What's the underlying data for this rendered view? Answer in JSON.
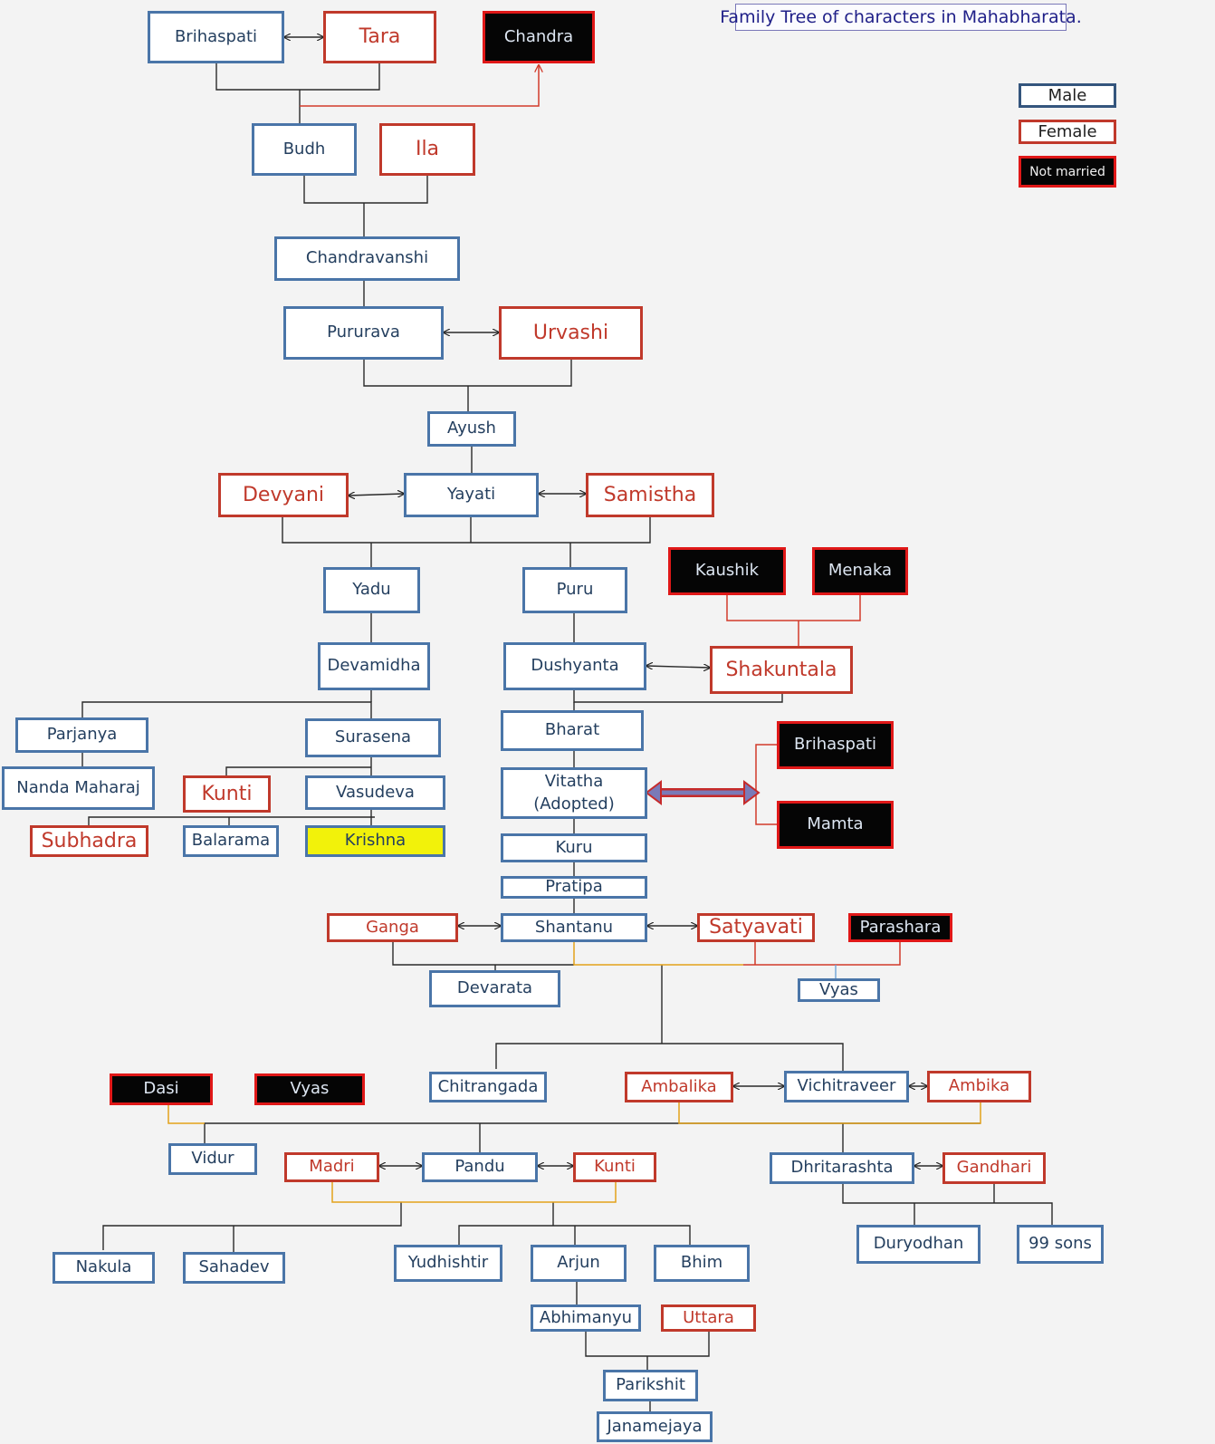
{
  "title": "Family Tree of characters in Mahabharata.",
  "legend": {
    "male": "Male",
    "female": "Female",
    "unmarried": "Not married"
  },
  "colors": {
    "male_border": "#4a75a8",
    "female_border": "#c0392b",
    "unmarried_fill": "#050505",
    "unmarried_border": "#e01818",
    "highlight": "#f2f20a",
    "gold_line": "#e3a21a"
  },
  "nodes": {
    "brihaspati": "Brihaspati",
    "tara": "Tara",
    "chandra": "Chandra",
    "budh": "Budh",
    "ila": "Ila",
    "chandravanshi": "Chandravanshi",
    "pururava": "Pururava",
    "urvashi": "Urvashi",
    "ayush": "Ayush",
    "devyani": "Devyani",
    "yayati": "Yayati",
    "samistha": "Samistha",
    "yadu": "Yadu",
    "puru": "Puru",
    "kaushik": "Kaushik",
    "menaka": "Menaka",
    "devamidha": "Devamidha",
    "dushyanta": "Dushyanta",
    "shakuntala": "Shakuntala",
    "parjanya": "Parjanya",
    "surasena": "Surasena",
    "bharat": "Bharat",
    "brihaspati2": "Brihaspati",
    "nanda": "Nanda Maharaj",
    "kunti1": "Kunti",
    "vasudeva": "Vasudeva",
    "vitatha1": "Vitatha",
    "vitatha2": "(Adopted)",
    "mamta": "Mamta",
    "subhadra": "Subhadra",
    "balarama": "Balarama",
    "krishna": "Krishna",
    "kuru": "Kuru",
    "pratipa": "Pratipa",
    "ganga": "Ganga",
    "shantanu": "Shantanu",
    "satyavati": "Satyavati",
    "parashara": "Parashara",
    "devarata": "Devarata",
    "vyas1": "Vyas",
    "dasi": "Dasi",
    "vyas2": "Vyas",
    "chitrangada": "Chitrangada",
    "ambalika": "Ambalika",
    "vichitraveer": "Vichitraveer",
    "ambika": "Ambika",
    "vidur": "Vidur",
    "madri": "Madri",
    "pandu": "Pandu",
    "kunti2": "Kunti",
    "dhritarashta": "Dhritarashta",
    "gandhari": "Gandhari",
    "duryodhan": "Duryodhan",
    "sons99": "99 sons",
    "nakula": "Nakula",
    "sahadev": "Sahadev",
    "yudhishtir": "Yudhishtir",
    "arjun": "Arjun",
    "bhim": "Bhim",
    "abhimanyu": "Abhimanyu",
    "uttara": "Uttara",
    "parikshit": "Parikshit",
    "janamejaya": "Janamejaya"
  }
}
